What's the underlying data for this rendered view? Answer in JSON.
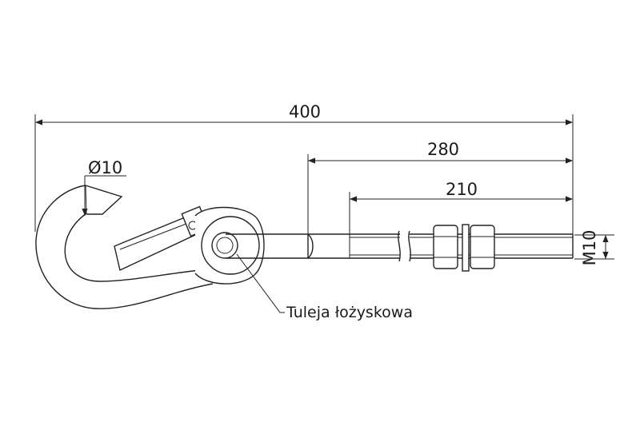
{
  "dimensions": {
    "overall_length": "400",
    "bolt_length": "280",
    "thread_length": "210",
    "wire_diameter": "Ø10",
    "thread_size": "M10"
  },
  "labels": {
    "bushing": "Tuleja łożyskowa"
  }
}
